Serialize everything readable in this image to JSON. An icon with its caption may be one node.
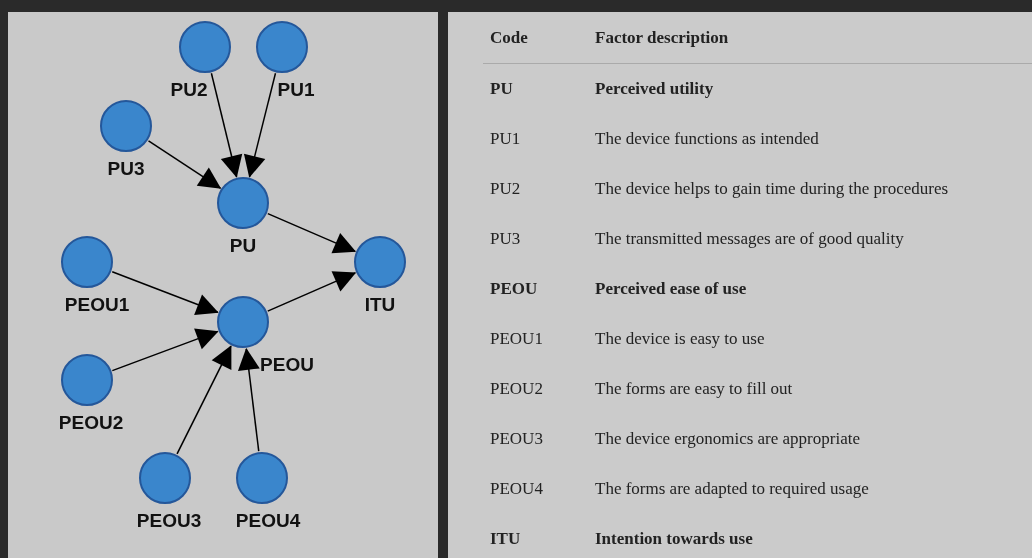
{
  "diagram": {
    "nodes": [
      {
        "text": [
          "PU2"
        ]
      },
      {
        "text": [
          "PU1"
        ]
      },
      {
        "text": [
          "PU3"
        ]
      },
      {
        "text": [
          "PU"
        ]
      },
      {
        "text": [
          "ITU"
        ]
      },
      {
        "text": [
          "PEOU1"
        ]
      },
      {
        "text": [
          "PEOU"
        ]
      },
      {
        "text": [
          "PEOU2"
        ]
      },
      {
        "text": [
          "PEOU3"
        ]
      },
      {
        "text": [
          "PEOU4"
        ]
      }
    ],
    "edges": [
      {
        "from": 0,
        "to": 3,
        "arrow": "to"
      },
      {
        "from": 1,
        "to": 3,
        "arrow": "to"
      },
      {
        "from": 2,
        "to": 3,
        "arrow": "to"
      },
      {
        "from": 3,
        "to": 4,
        "arrow": "to"
      },
      {
        "from": 6,
        "to": 4,
        "arrow": "to"
      },
      {
        "from": 5,
        "to": 6,
        "arrow": "to"
      },
      {
        "from": 7,
        "to": 6,
        "arrow": "to"
      },
      {
        "from": 8,
        "to": 6,
        "arrow": "to"
      },
      {
        "from": 9,
        "to": 6,
        "arrow": "to"
      }
    ],
    "labels": [
      "Code",
      "Factor description",
      "PU",
      "Perceived utility",
      "PU1",
      "The device functions as intended",
      "PU2",
      "The device helps to gain time during the procedures",
      "PU3",
      "The transmitted messages are of good quality",
      "PEOU",
      "Perceived ease of use",
      "PEOU1",
      "The device is easy to use",
      "PEOU2",
      "The forms are easy to fill out",
      "PEOU3",
      "The device ergonomics are appropriate",
      "PEOU4",
      "The forms are adapted to required usage",
      "ITU",
      "Intention towards use"
    ]
  }
}
